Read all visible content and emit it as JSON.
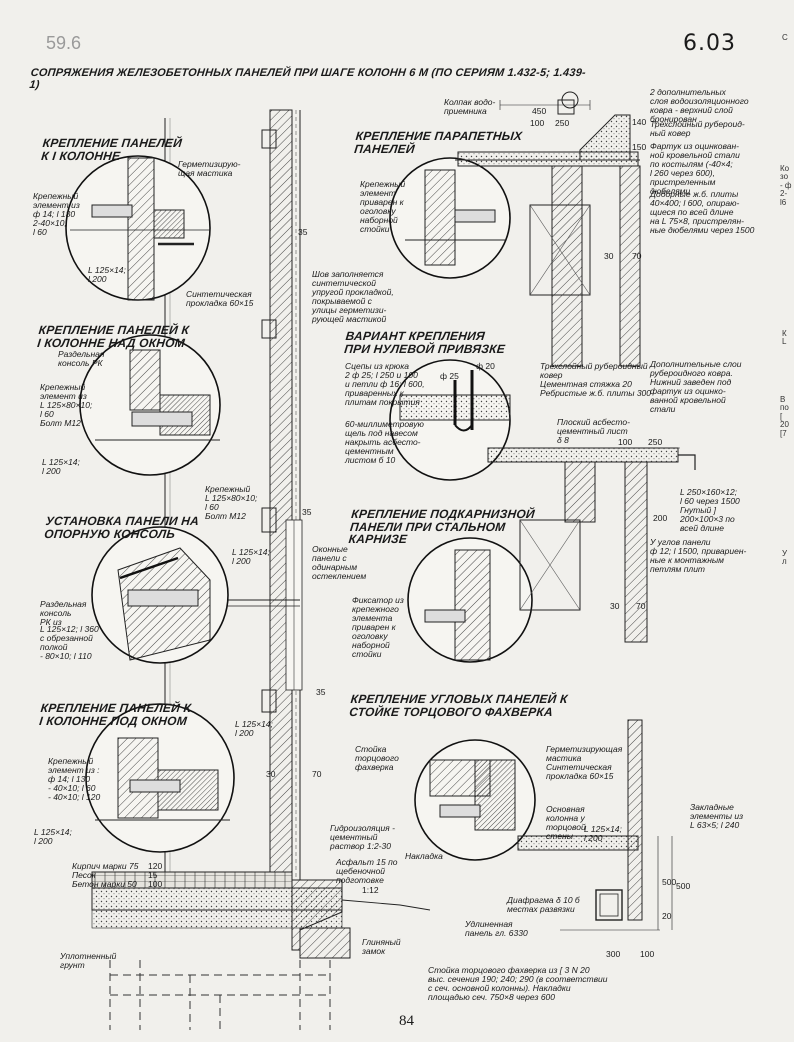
{
  "page": {
    "code": "6.03",
    "faint_code": "59.6",
    "page_number": "84",
    "title": "СОПРЯЖЕНИЯ ЖЕЛЕЗОБЕТОННЫХ ПАНЕЛЕЙ ПРИ ШАГЕ КОЛОНН 6 М (ПО СЕРИЯМ 1.432-5; 1.439-1)"
  },
  "sections": {
    "s1": "КРЕПЛЕНИЕ ПАНЕЛЕЙ\nК I КОЛОННЕ",
    "s2": "КРЕПЛЕНИЕ ПАНЕЛЕЙ К\nI КОЛОННЕ НАД ОКНОМ",
    "s3": "УСТАНОВКА ПАНЕЛИ НА\nОПОРНУЮ КОНСОЛЬ",
    "s4": "КРЕПЛЕНИЕ ПАНЕЛЕЙ К\nI КОЛОННЕ ПОД ОКНОМ",
    "s5": "КРЕПЛЕНИЕ ПАРАПЕТНЫХ\nПАНЕЛЕЙ",
    "s6": "ВАРИАНТ КРЕПЛЕНИЯ\nПРИ НУЛЕВОЙ ПРИВЯЗКЕ",
    "s7": "КРЕПЛЕНИЕ ПОДКАРНИЗНОЙ\nПАНЕЛИ ПРИ СТАЛЬНОМ\nКАРНИЗЕ",
    "s8": "КРЕПЛЕНИЕ УГЛОВЫХ ПАНЕЛЕЙ К\nСТОЙКЕ ТОРЦОВОГО ФАХВЕРКА"
  },
  "labels": {
    "hermetic": "Герметизирую-\nщая мастика",
    "synth_pad": "Синтетическая\nпрокладка 60×15",
    "angle_125_a": "L 125×14;\nl 200",
    "bolt_m12": "Болт М12",
    "angle_125_b": "L 125×14;\nl 200",
    "seam": "Шов заполняется\nсинтетической\nупругой прокладкой,\nпокрываемой с\nулицы герметизи-\nрующей мастикой",
    "fastener_angle": "Крепежный\nL 125×80×10;\nl 60\nБолт М12",
    "angle_125_c": "L 125×14;\nl 200",
    "windows": "Оконные\nпанели с\nодинарным\nостеклением",
    "console_pk": "Раздельная\nконсоль\nРК из",
    "angle_125_d": "L 125×14;\nl 200",
    "angle_125_e": "L 125×14;\nl 200",
    "brick": "Кирпич марки 75\nПесок\nБетон марки 50",
    "brick_dims": "120\n15\n100",
    "compact_soil": "Уплотненный\nгрунт",
    "waterproof": "Гидроизоляция -\nцементный\nраствор 1:2-30",
    "asphalt": "Асфальт 15 по\nщебеночной\nподготовке",
    "clay_lock": "Глиняный\nзамок",
    "slope": "1:12",
    "funnel": "Колпак водо-\nприемника",
    "rubberoid_top": "2 дополнительных\nслоя водоизоляционного\nковра - верхний слой\nбронирован",
    "rubberoid_3": "Трехслойный рубероид-\nный ковер",
    "apron": "Фартук из оцинкован-\nной кровельной стали\nпо костылям (-40×4;\nl 260 через 600),\nпристреленным\nдюбелями",
    "slabs": "Доборные ж.б. плиты\n40×400; l 600, опираю-\nщиеся по всей длине\nна L 75×8, пристрелян-\nные дюбелями через 1500",
    "parapet_fastener": "Крепежный\nэлемент\nприварен к\nоголовку\nнаборной\nстойки",
    "hooks": "Сцепы из крюка\n2 ф 25; l 250 и 100\nи петли ф 16; l 600,\nприваренных к\nплитам покрытия",
    "gap_60": "60-миллиметровую\nщель под навесом\nнакрыть асбесто-\nцементным\nлистом б 10",
    "rubberoid_b": "Трехслойный рубероидный\nковер\nЦементная стяжка  20\nРебристые ж.б. плиты 300",
    "asbestos": "Плоский асбесто-\nцементный лист\nδ 8",
    "extra_layers": "Дополнительные слои\nрубероидного ковра.\nНижний заведен под\nфартук из оцинко-\nванной кровельной\nстали",
    "angle_250": "L 250×160×12;\nl 60 через 1500\nГнутый ]\n200×100×3 по\nвсей длине",
    "panel_corner": "У углов панели\nф 12; l 1500, привариен-\nные к монтажным\nпетлям плит",
    "fixator": "Фиксатор из\nкрепежного\nэлемента\nприварен к\nоголовку\nнаборной\nстойки",
    "rack_label": "Стойка\nторцового\nфахверка",
    "hermetic_b": "Герметизирующая\nмастика\nСинтетическая\nпрокладка 60×15",
    "main_column": "Основная\nколонна у\nторцовой\nстены",
    "angle_125_f": "L 125×14;\nl 200",
    "overlay": "Накладка",
    "embedded": "Закладные\nэлементы из\nL 63×5; l 240",
    "diaphragm": "Диафрагма δ 10 б\nместах развязки",
    "long_panel": "Удлиненная\nпанель гл. 6330",
    "rack_note": "Стойка торцового фахверка из [ 3 N 20\nвыс. сечения 190; 240; 290 (в соответствии\nс сеч. основной колонны). Накладки\nплощадью сеч. 750×8 через 600",
    "fastener_elem_1": "Крепежный\nэлемент из\nф 14; l 130\n2-40×10;\nl 60",
    "fastener_elem_2": "Крепежный\nэлемент из\nL 125×80×10;\nl 60\nБолт М12",
    "fastener_elem_3": "Крепежный\nэлемент из :\nф 14; l 130\n- 40×10; l 60\n- 40×10; l 120",
    "console_note": "L 125×12; l 360\nс обрезанной\nполкой\n- 80×10; l 110",
    "console_pk_short": "Раздельная\nконсоль РК"
  },
  "dimensions": {
    "d450": "450",
    "d100": "100",
    "d250": "250",
    "d140": "140",
    "d150": "150",
    "d30a": "30",
    "d70a": "70",
    "d25": "ф 25",
    "d20": "ф 20",
    "d100b": "100",
    "d250b": "250",
    "d200": "200",
    "d30b": "30",
    "d70b": "70",
    "d35a": "35",
    "d35b": "35",
    "d35c": "35",
    "d30c": "30",
    "d70c": "70",
    "d500a": "500",
    "d500b": "500",
    "d300": "300",
    "d100c": "100",
    "d20b": "20"
  },
  "edge": {
    "e1": "Ко\nзо\n- ф\n2-\nl6",
    "e2": "С",
    "e3": "К\nL",
    "e4": "В\nпо\n[\n20\n[7",
    "e5": "У\nл"
  }
}
